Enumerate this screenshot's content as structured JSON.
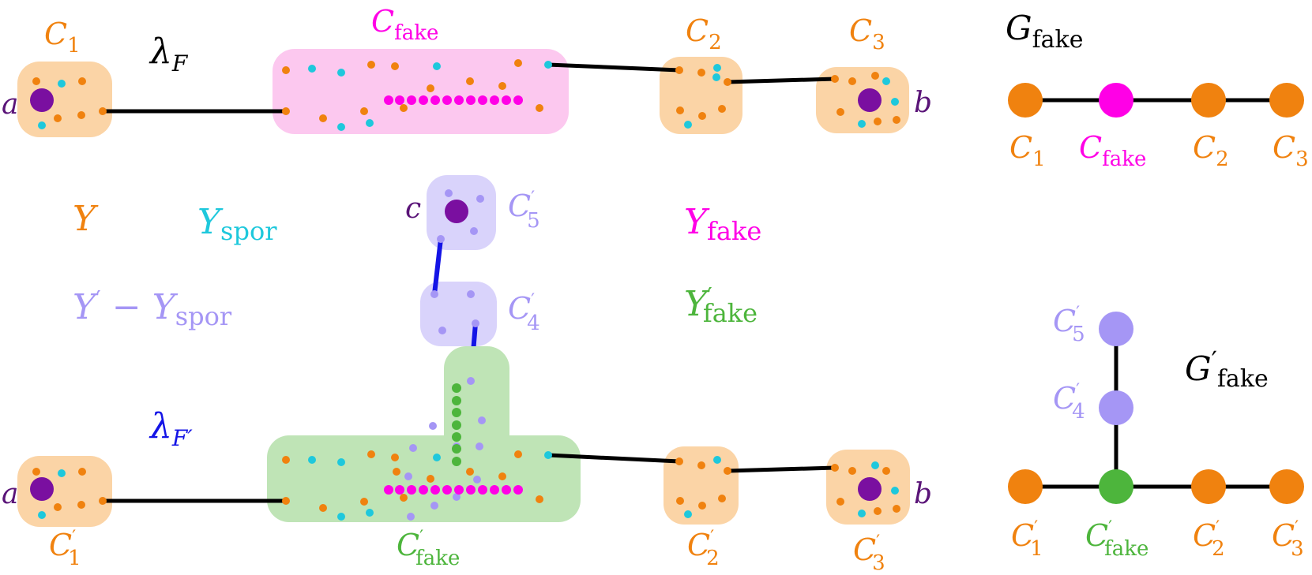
{
  "colors": {
    "orange": "#f0820f",
    "orange_region": "#fbd4a6",
    "pink_region": "#fcc8ef",
    "magenta": "#ff00e6",
    "cyan": "#1ec8dc",
    "purple": "#7a0fa0",
    "lavender": "#a596f5",
    "lavender_region": "#d9d3fb",
    "green": "#4db53c",
    "green_region": "#bfe4b6",
    "blue": "#1414e6",
    "black": "#000000",
    "label_purple": "#5a1478"
  },
  "labels": {
    "c1_top": {
      "base": "C",
      "sub": "1",
      "prime": ""
    },
    "cfake_top": {
      "base": "C",
      "sub": "fake",
      "prime": ""
    },
    "c2_top": {
      "base": "C",
      "sub": "2",
      "prime": ""
    },
    "c3_top": {
      "base": "C",
      "sub": "3",
      "prime": ""
    },
    "lambda_f": {
      "base": "λ",
      "sub": "F"
    },
    "lambda_fp": {
      "base": "λ",
      "sub": "F′"
    },
    "vertex_a_top": "a",
    "vertex_b_top": "b",
    "vertex_c": "c",
    "vertex_a_bottom": "a",
    "vertex_b_bottom": "b",
    "c5p": {
      "base": "C",
      "sub": "5",
      "prime": "′"
    },
    "c4p": {
      "base": "C",
      "sub": "4",
      "prime": "′"
    },
    "y": {
      "base": "Y",
      "sub": ""
    },
    "y_spor": {
      "base": "Y",
      "sub": "spor"
    },
    "y_fake": {
      "base": "Y",
      "sub": "fake"
    },
    "yp_minus_yspor": {
      "base1": "Y",
      "prime": "′",
      "minus": " − ",
      "base2": "Y",
      "sub": "spor"
    },
    "yp_fake": {
      "base": "Y",
      "prime": "′",
      "sub": "fake"
    },
    "c1_bottom": {
      "base": "C",
      "sub": "1",
      "prime": "′"
    },
    "cfake_bottom": {
      "base": "C",
      "sub": "fake",
      "prime": "′"
    },
    "c2_bottom": {
      "base": "C",
      "sub": "2",
      "prime": "′"
    },
    "c3_bottom": {
      "base": "C",
      "sub": "3",
      "prime": "′"
    }
  },
  "graph_fake": {
    "title": {
      "base": "G",
      "sub": "fake",
      "prime": ""
    },
    "nodes": [
      {
        "label": {
          "base": "C",
          "sub": "1",
          "prime": ""
        }
      },
      {
        "label": {
          "base": "C",
          "sub": "fake",
          "prime": ""
        }
      },
      {
        "label": {
          "base": "C",
          "sub": "2",
          "prime": ""
        }
      },
      {
        "label": {
          "base": "C",
          "sub": "3",
          "prime": ""
        }
      }
    ]
  },
  "graph_fake_prime": {
    "title": {
      "base": "G",
      "sub": "fake",
      "prime": "′"
    },
    "nodes": [
      {
        "label": {
          "base": "C",
          "sub": "1",
          "prime": "′"
        }
      },
      {
        "label": {
          "base": "C",
          "sub": "fake",
          "prime": "′"
        }
      },
      {
        "label": {
          "base": "C",
          "sub": "2",
          "prime": "′"
        }
      },
      {
        "label": {
          "base": "C",
          "sub": "3",
          "prime": "′"
        }
      },
      {
        "label": {
          "base": "C",
          "sub": "4",
          "prime": "′"
        }
      },
      {
        "label": {
          "base": "C",
          "sub": "5",
          "prime": "′"
        }
      }
    ]
  }
}
